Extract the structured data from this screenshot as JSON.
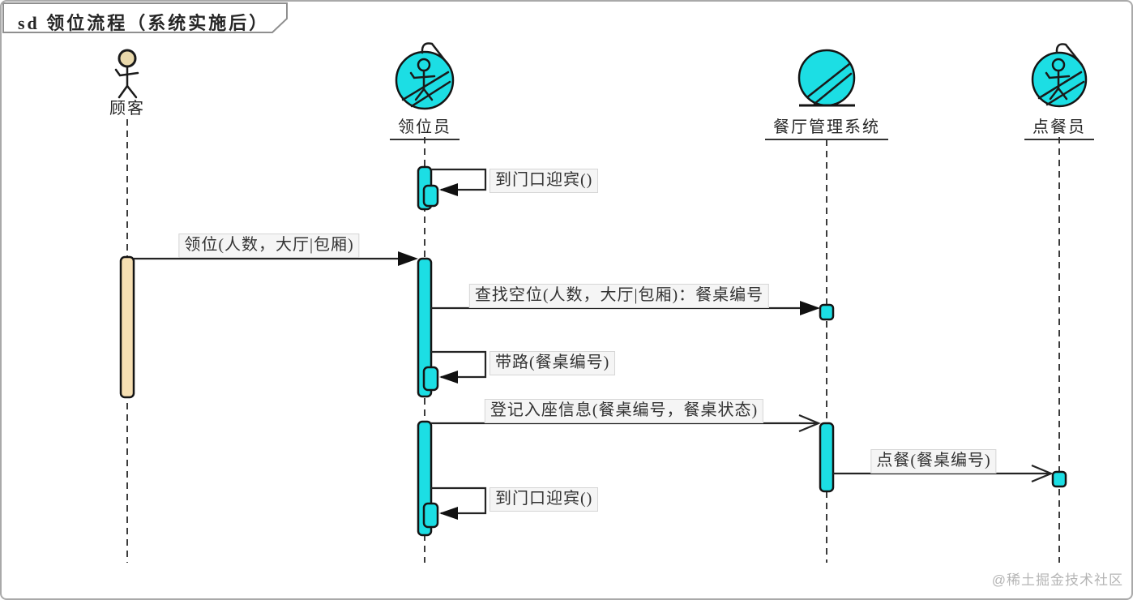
{
  "frame": {
    "title": "sd 领位流程（系统实施后）"
  },
  "lifelines": [
    {
      "label": "顾客",
      "icon": "actor-stick-figure",
      "role": "customer"
    },
    {
      "label": "领位员",
      "icon": "business-worker-circle",
      "role": "host"
    },
    {
      "label": "餐厅管理系统",
      "icon": "business-entity-circle",
      "role": "system"
    },
    {
      "label": "点餐员",
      "icon": "business-worker-circle",
      "role": "order-taker"
    }
  ],
  "messages": [
    {
      "label": "到门口迎宾()",
      "from": "领位员",
      "to": "领位员",
      "type": "self",
      "arrow": "filled"
    },
    {
      "label": "领位(人数，大厅|包厢)",
      "from": "顾客",
      "to": "领位员",
      "type": "sync",
      "arrow": "filled"
    },
    {
      "label": "查找空位(人数，大厅|包厢)：餐桌编号",
      "from": "领位员",
      "to": "餐厅管理系统",
      "type": "sync",
      "arrow": "filled"
    },
    {
      "label": "带路(餐桌编号)",
      "from": "领位员",
      "to": "领位员",
      "type": "self",
      "arrow": "filled"
    },
    {
      "label": "登记入座信息(餐桌编号，餐桌状态)",
      "from": "领位员",
      "to": "餐厅管理系统",
      "type": "async",
      "arrow": "open"
    },
    {
      "label": "点餐(餐桌编号)",
      "from": "餐厅管理系统",
      "to": "点餐员",
      "type": "async",
      "arrow": "open"
    },
    {
      "label": "到门口迎宾()",
      "from": "领位员",
      "to": "领位员",
      "type": "self",
      "arrow": "filled"
    }
  ],
  "watermark": "@稀土掘金技术社区",
  "colors": {
    "icon_fill": "#1CDEE4",
    "customer_activation_fill": "#F6DFB2",
    "line": "#242424",
    "frame_border": "#a9a9a9",
    "label_box_bg": "#f5f5f5"
  }
}
